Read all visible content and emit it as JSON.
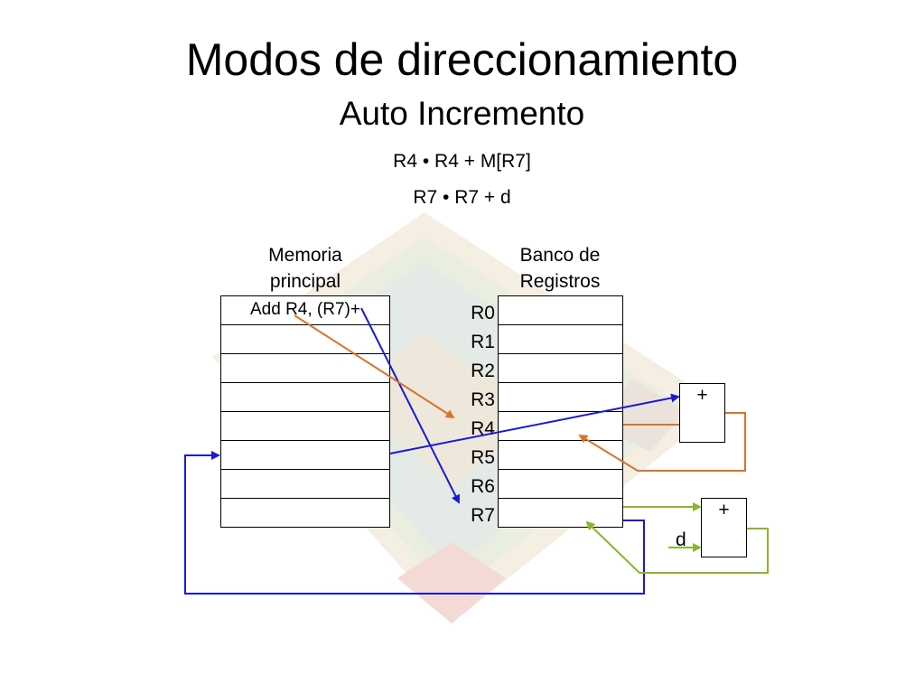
{
  "title": "Modos de direccionamiento",
  "subtitle": "Auto Incremento",
  "formulas": [
    "R4 • R4 + M[R7]",
    "R7 • R7 + d"
  ],
  "memory": {
    "header": "Memoria principal",
    "header_lines": [
      "Memoria",
      "principal"
    ],
    "cells": [
      "Add R4, (R7)+",
      "",
      "",
      "",
      "",
      "",
      "",
      ""
    ]
  },
  "registers": {
    "header": "Banco de Registros",
    "header_lines": [
      "Banco de",
      "Registros"
    ],
    "labels": [
      "R0",
      "R1",
      "R2",
      "R3",
      "R4",
      "R5",
      "R6",
      "R7"
    ]
  },
  "adders": [
    "+",
    "+"
  ],
  "d_label": "d",
  "colors": {
    "blue": "#1a1ad0",
    "orange": "#d9732a",
    "green": "#8ab52e",
    "background_art": [
      "#c9d2b8",
      "#d8c7a8",
      "#e3b6a4",
      "#c8d6a8"
    ]
  }
}
